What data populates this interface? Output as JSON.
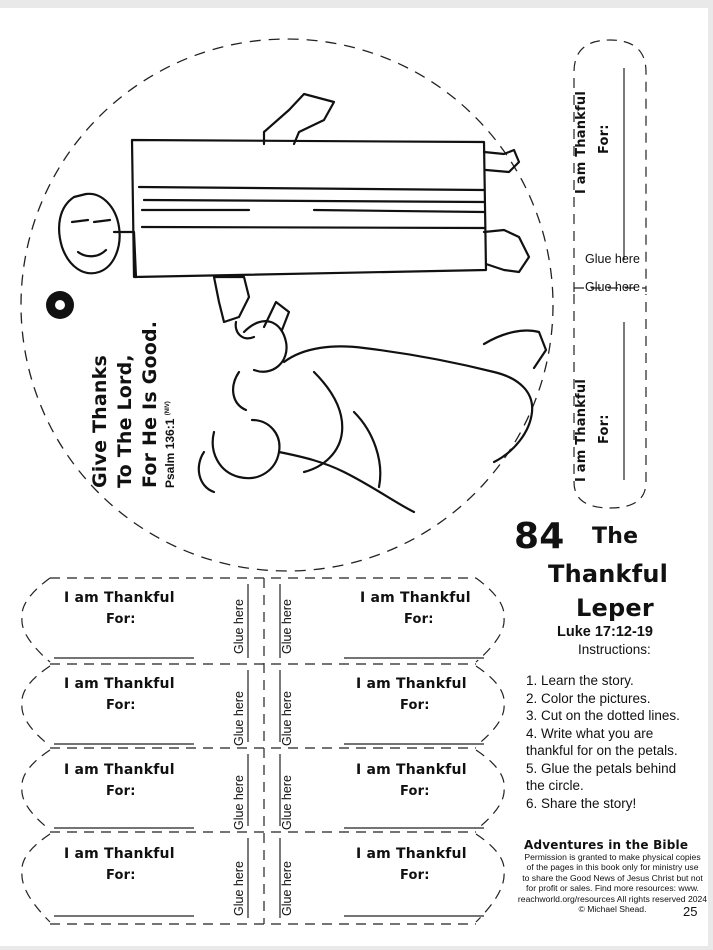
{
  "verse": {
    "line1": "Give Thanks",
    "line2": "To The Lord,",
    "line3": "For He Is Good.",
    "reference": "Psalm 136:1",
    "version": "(NIV)"
  },
  "petal": {
    "heading": "I am Thankful",
    "for_label": "For:",
    "glue_label": "Glue here"
  },
  "title": {
    "number": "84",
    "the": "The",
    "word1": "Thankful",
    "word2": "Leper",
    "reference": "Luke 17:12-19"
  },
  "instructions": {
    "heading": "Instructions:",
    "steps": [
      "1. Learn the story.",
      "2. Color the pictures.",
      "3. Cut on the dotted lines.",
      "4. Write what you are",
      "thankful for on the petals.",
      "5. Glue the petals behind",
      "the circle.",
      "6. Share the story!"
    ]
  },
  "footer": {
    "series": "Adventures in the Bible",
    "permission": [
      "Permission is granted to make physical copies",
      "of the pages in this book only for ministry use",
      "to share the Good News of Jesus Christ but not",
      "for profit or sales. Find more resources: www.",
      "reachworld.org/resources All rights reserved 2024",
      "© Michael Shead."
    ],
    "page_number": "25"
  },
  "icons": [
    "o-marker-icon",
    "jesus-figure-icon",
    "kneeling-leper-icon"
  ]
}
